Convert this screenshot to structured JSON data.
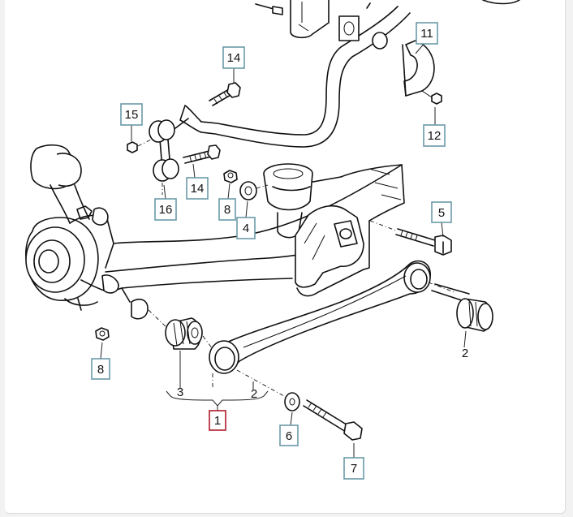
{
  "callouts": [
    {
      "id": "c14a",
      "label": "14",
      "selected": false
    },
    {
      "id": "c11",
      "label": "11",
      "selected": false
    },
    {
      "id": "c15",
      "label": "15",
      "selected": false
    },
    {
      "id": "c12",
      "label": "12",
      "selected": false
    },
    {
      "id": "c14b",
      "label": "14",
      "selected": false
    },
    {
      "id": "c16",
      "label": "16",
      "selected": false
    },
    {
      "id": "c8a",
      "label": "8",
      "selected": false
    },
    {
      "id": "c4",
      "label": "4",
      "selected": false
    },
    {
      "id": "c5",
      "label": "5",
      "selected": false
    },
    {
      "id": "c8b",
      "label": "8",
      "selected": false
    },
    {
      "id": "c1",
      "label": "1",
      "selected": true
    },
    {
      "id": "c6",
      "label": "6",
      "selected": false
    },
    {
      "id": "c7",
      "label": "7",
      "selected": false
    }
  ],
  "plain_labels": [
    {
      "id": "t2a",
      "label": "2"
    },
    {
      "id": "t3",
      "label": "3"
    },
    {
      "id": "t2b",
      "label": "2"
    }
  ],
  "colors": {
    "callout_border": "#6a9aa8",
    "selected_border": "#b01a2a",
    "line": "#111111"
  }
}
